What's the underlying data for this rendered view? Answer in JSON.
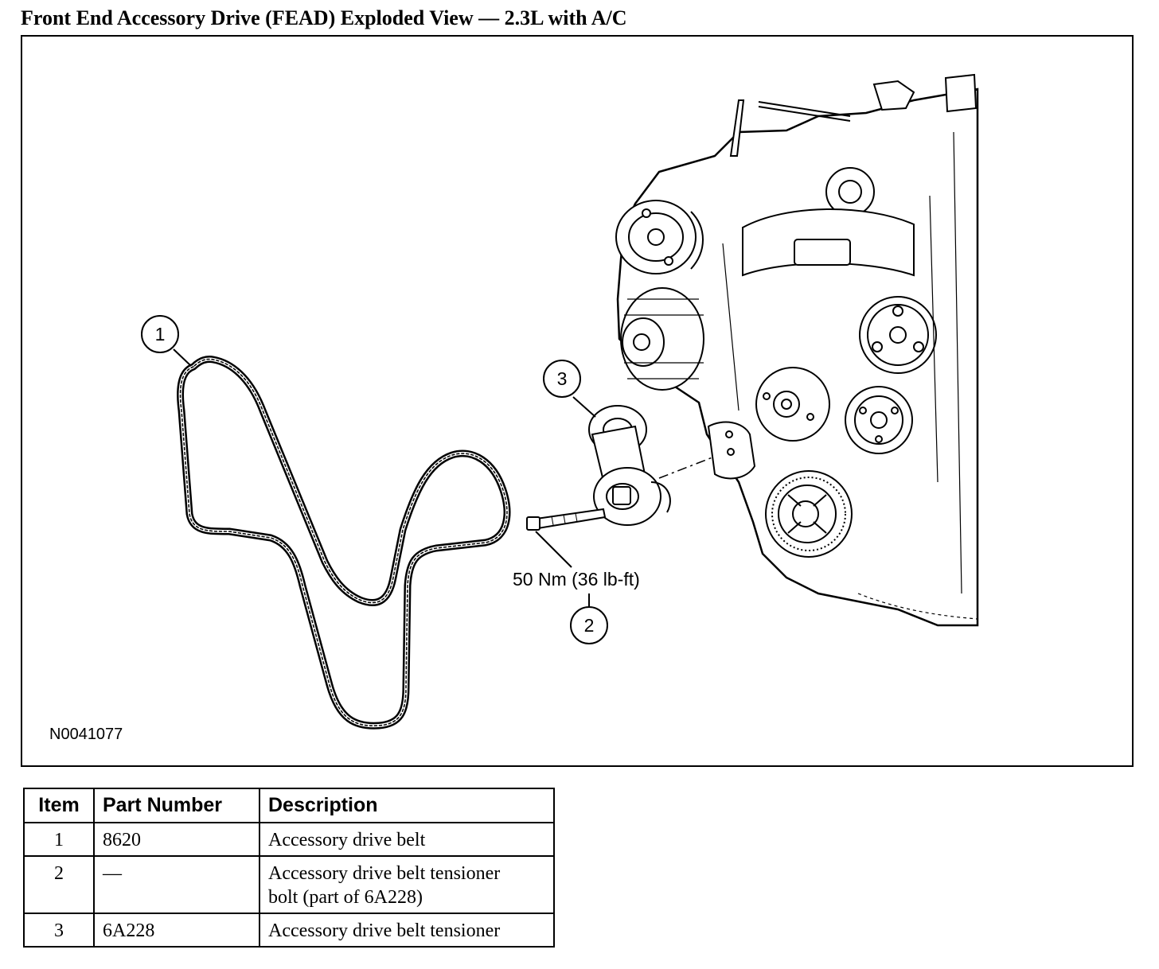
{
  "title": "Front End Accessory Drive (FEAD) Exploded View — 2.3L with A/C",
  "figure": {
    "figure_id": "N0041077",
    "callouts": [
      {
        "number": "1"
      },
      {
        "number": "2"
      },
      {
        "number": "3"
      }
    ],
    "torque_spec": "50 Nm (36 lb-ft)"
  },
  "table": {
    "headers": [
      "Item",
      "Part Number",
      "Description"
    ],
    "rows": [
      {
        "item": "1",
        "part_number": "8620",
        "description": "Accessory drive belt"
      },
      {
        "item": "2",
        "part_number": "—",
        "description_line1": "Accessory drive belt tensioner",
        "description_line2": "bolt (part of 6A228)"
      },
      {
        "item": "3",
        "part_number": "6A228",
        "description": "Accessory drive belt tensioner"
      }
    ]
  }
}
